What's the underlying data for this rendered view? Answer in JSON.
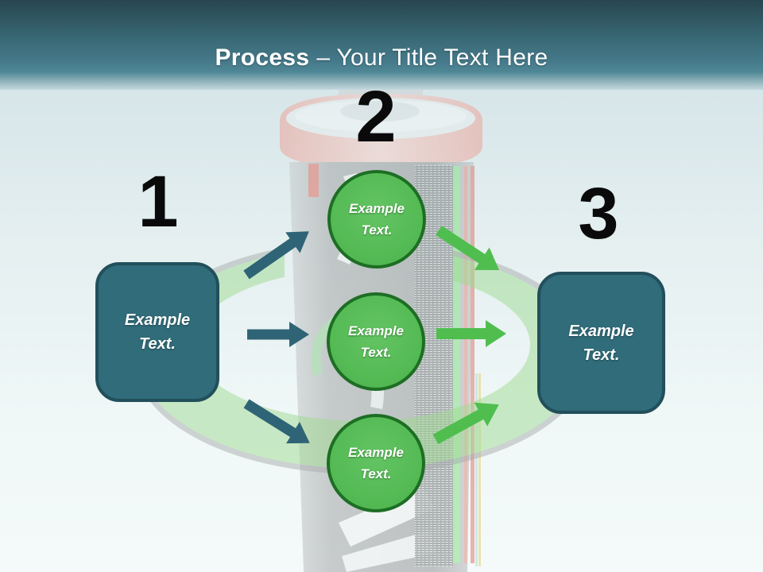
{
  "header": {
    "title_bold": "Process",
    "title_rest": "– Your Title Text Here"
  },
  "steps": {
    "one": {
      "number": "1",
      "label": "Example\nText."
    },
    "two": {
      "number": "2",
      "circles": [
        {
          "label": "Example\nText."
        },
        {
          "label": "Example\nText."
        },
        {
          "label": "Example\nText."
        }
      ]
    },
    "three": {
      "number": "3",
      "label": "Example\nText."
    }
  },
  "background": {
    "image": "battery-with-green-circular-arrow-watermark"
  },
  "colors": {
    "header_top": "#27464f",
    "header_mid": "#45798a",
    "title_color": "#ffffff",
    "teal_box": "#306c79",
    "teal_box_border": "#224f5b",
    "teal_arrow": "#2f6476",
    "green_circle": "#55bb55",
    "green_circle_border": "#1d6e24",
    "green_arrow": "#4fbe4f",
    "number_color": "#0a0a0a"
  }
}
